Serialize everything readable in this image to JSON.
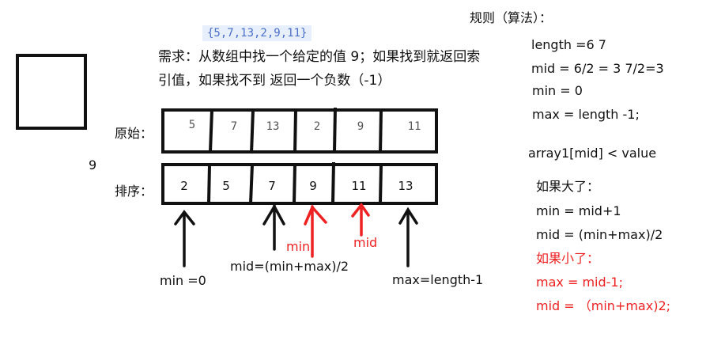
{
  "array_literal": "{5,7,13,2,9,11}",
  "requirement": [
    "需求：从数组中找一个给定的值 9；如果找到就返回索",
    "引值，如果找不到 返回一个负数（-1）"
  ],
  "side_value": "9",
  "original_label": "原始：",
  "original_values": [
    "5",
    "7",
    "13",
    "2",
    "9",
    "11"
  ],
  "sorted_label": "排序：",
  "sorted_values": [
    "2",
    "5",
    "7",
    "9",
    "11",
    "13"
  ],
  "pointer_labels": {
    "min": "min =0",
    "mid": "mid=(min+max)/2",
    "max": "max=length-1",
    "new_min": "min",
    "new_mid": "mid"
  },
  "rules": {
    "title": "规则（算法）：",
    "lines": [
      "length =6  7",
      "mid = 6/2 = 3   7/2=3",
      "min = 0",
      "max = length -1;",
      "array1[mid] <  value"
    ],
    "bigger_title": "如果大了：",
    "bigger_lines": [
      "min = mid+1",
      "mid = (min+max)/2"
    ],
    "smaller_title": "如果小了：",
    "smaller_lines": [
      "max = mid-1;",
      "mid = （min+max)2;"
    ]
  },
  "colors": {
    "ink": "#111111",
    "accent_red": "#ee2222",
    "code_blue": "#4a6fc9"
  }
}
